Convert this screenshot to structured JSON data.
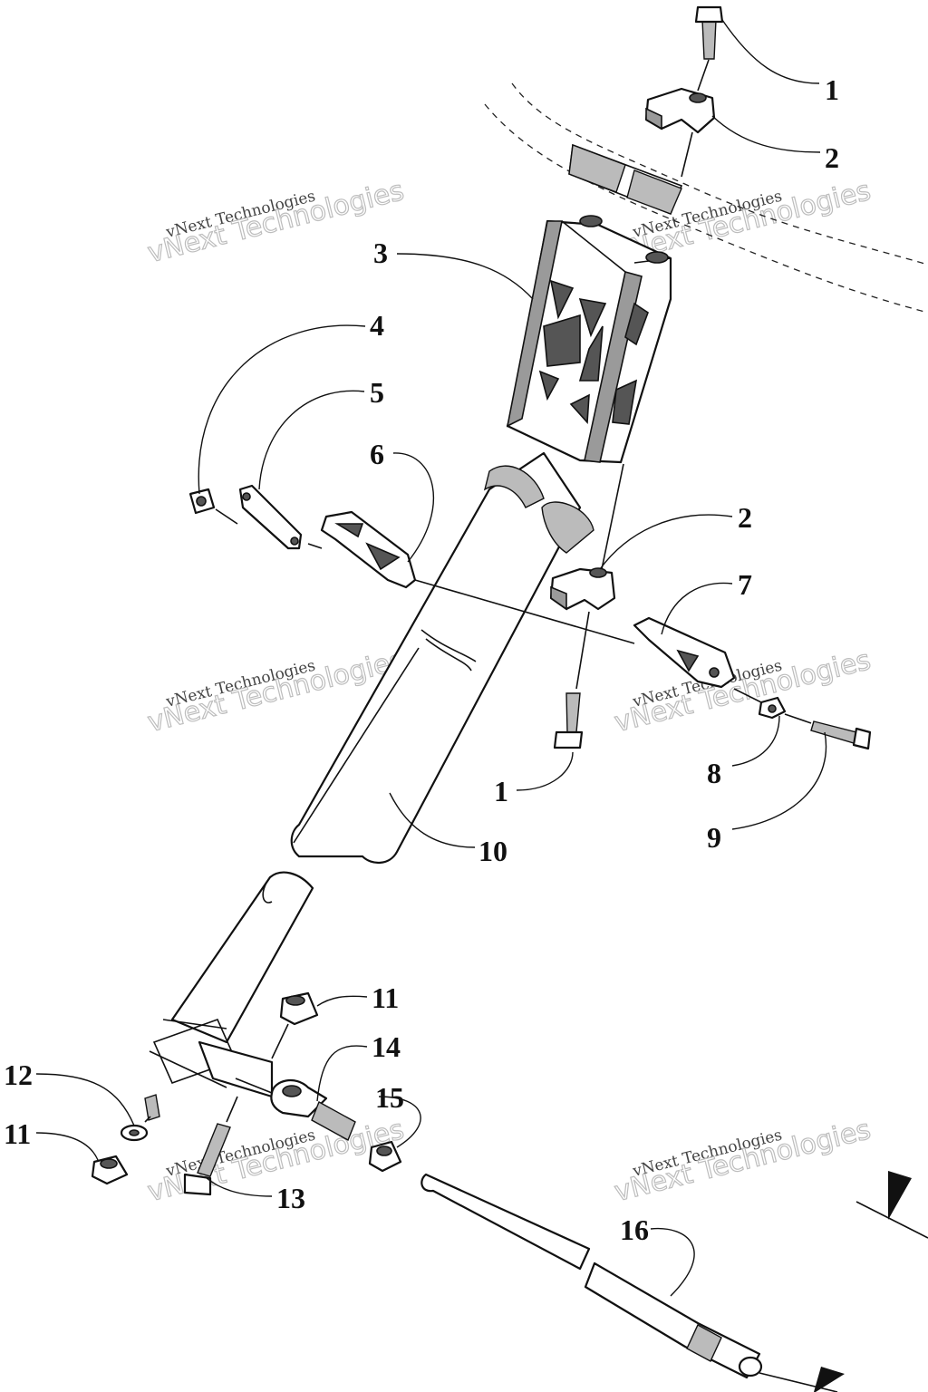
{
  "labels": {
    "l1_top": "1",
    "l2_top": "2",
    "l3": "3",
    "l4": "4",
    "l5": "5",
    "l6": "6",
    "l2_mid": "2",
    "l7": "7",
    "l8": "8",
    "l9": "9",
    "l1_mid": "1",
    "l10": "10",
    "l11_right": "11",
    "l14": "14",
    "l12": "12",
    "l15": "15",
    "l11_left": "11",
    "l13": "13",
    "l16": "16"
  },
  "watermarks": {
    "small": "vNext Technologies",
    "big": "vNext Technologies"
  }
}
